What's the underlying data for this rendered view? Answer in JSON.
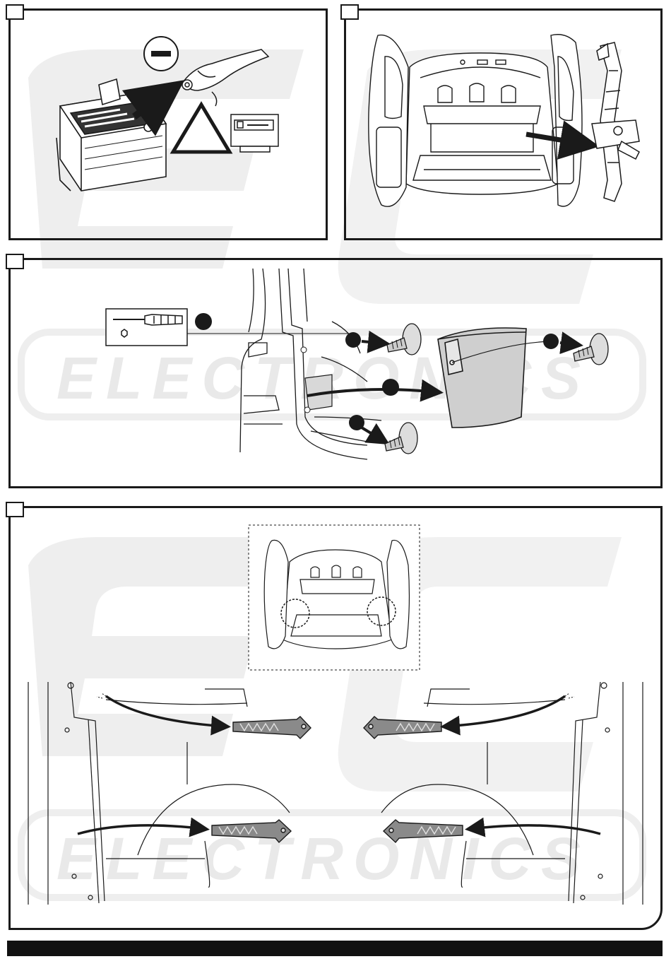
{
  "document": {
    "watermark_text_1": "ELECTRONICS",
    "watermark_text_2": "ELECTRONICS",
    "watermark_logo": "ECS logo",
    "colors": {
      "line": "#1a1a1a",
      "watermark": "#e9e9e9",
      "part_fill": "#8a8a8a",
      "badge": "#1a1a1a"
    }
  },
  "panels": [
    {
      "id": "step-1",
      "icons": [
        "battery-icon",
        "negative-terminal-icon",
        "warning-triangle-icon",
        "radio-code-icon",
        "hand-icon"
      ]
    },
    {
      "id": "step-2",
      "icons": [
        "van-rear-open-icon",
        "jack-icon",
        "arrow-icon"
      ]
    },
    {
      "id": "step-3",
      "icons": [
        "torx-screwdriver-icon",
        "push-clip-icon",
        "storage-pocket-icon"
      ]
    },
    {
      "id": "step-4",
      "icons": [
        "van-rear-inset-icon",
        "trim-clip-icon"
      ]
    }
  ]
}
